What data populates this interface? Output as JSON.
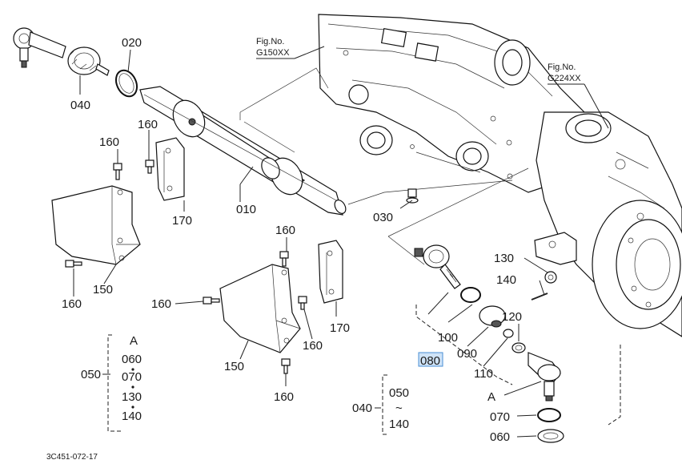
{
  "fig_refs": {
    "left": {
      "prefix": "Fig.No.",
      "code": "G150XX"
    },
    "right": {
      "prefix": "Fig.No.",
      "code": "G224XX"
    }
  },
  "parts": {
    "p010": "010",
    "p020": "020",
    "p030": "030",
    "p040": "040",
    "p060": "060",
    "p070": "070",
    "p080": "080",
    "p090": "090",
    "p100": "100",
    "p110": "110",
    "p120": "120",
    "p130": "130",
    "p140": "140",
    "p150_upper": "150",
    "p150_lower": "150",
    "p160_a": "160",
    "p160_b": "160",
    "p160_c": "160",
    "p160_d": "160",
    "p160_e": "160",
    "p160_f": "160",
    "p160_g": "160",
    "p170_upper": "170",
    "p170_lower": "170"
  },
  "kit_050": {
    "code": "050",
    "ref_letter": "A",
    "items": [
      "060",
      "070",
      "130",
      "140"
    ]
  },
  "kit_040": {
    "code": "040",
    "items": [
      "050",
      "140"
    ],
    "range_symbol": "~"
  },
  "assembly_marker": "A",
  "drawing_code": "3C451-072-17",
  "highlight_color": "#cfe3f7"
}
